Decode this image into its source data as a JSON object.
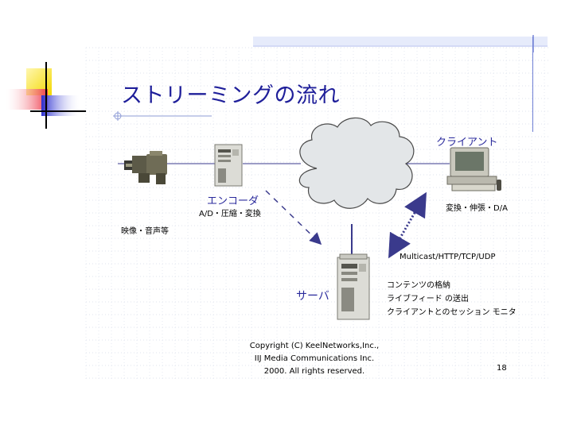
{
  "slide": {
    "title": "ストリーミングの流れ",
    "page_number": "18"
  },
  "nodes": {
    "camera": {
      "label": "映像・音声等"
    },
    "encoder": {
      "label": "エンコーダ",
      "sublabel": "A/D・圧縮・変換"
    },
    "server": {
      "label": "サーバ",
      "roles": [
        "コンテンツの格納",
        "ライブフィード の送出",
        "クライアントとのセッション モニタ"
      ]
    },
    "client": {
      "label": "クライアント",
      "sublabel": "変換・伸張・D/A"
    }
  },
  "links": {
    "protocols": "Multicast/HTTP/TCP/UDP"
  },
  "copyright": {
    "line1": "Copyright (C) KeelNetworks,Inc.,",
    "line2": "IIJ Media Communications Inc.",
    "line3": "2000. All rights reserved."
  },
  "colors": {
    "title": "#1f1f9a",
    "label": "#2a2a9c",
    "line": "#3a3a8c",
    "cloud_fill": "#e3e6e8",
    "deco_yellow": "#f8e21a",
    "deco_red": "#ee3b4c",
    "deco_blue": "#2b2fd0"
  }
}
